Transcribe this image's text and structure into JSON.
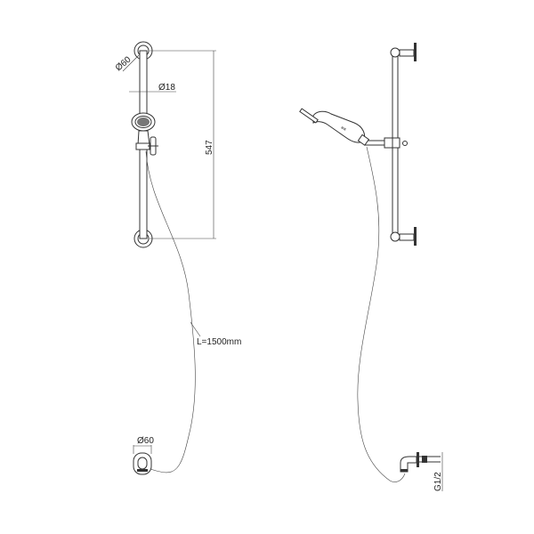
{
  "front_view": {
    "bracket_diameter_label": "Ø60",
    "rail_diameter_label": "Ø18",
    "height_label": "547",
    "hose_length_label": "L=1500mm",
    "outlet_diameter_label": "Ø60"
  },
  "side_view": {
    "thread_label": "G1/2"
  }
}
